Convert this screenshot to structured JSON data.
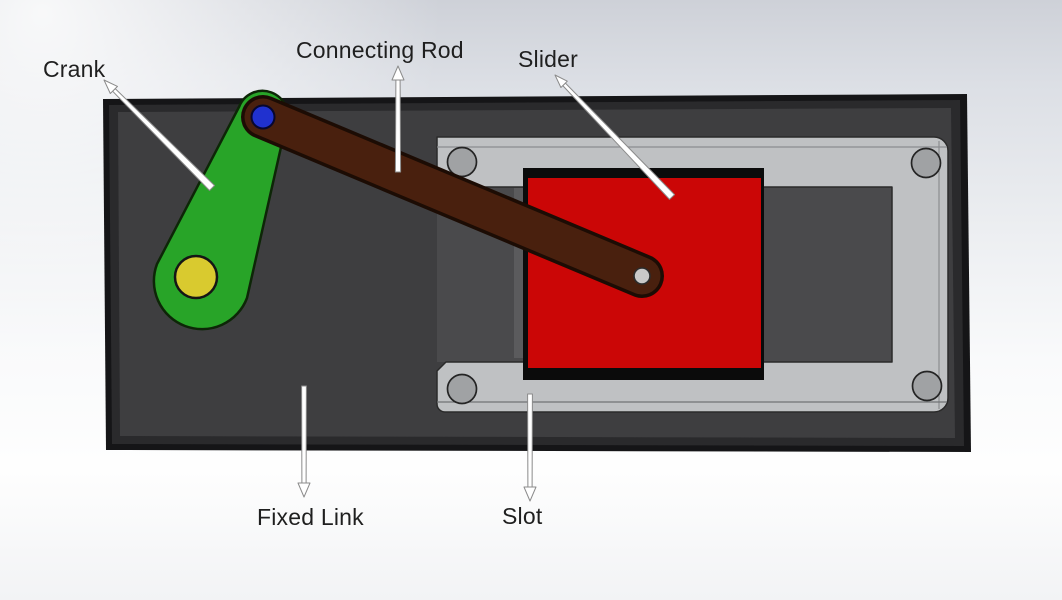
{
  "labels": {
    "crank": "Crank",
    "connecting_rod": "Connecting Rod",
    "slider": "Slider",
    "fixed_link": "Fixed Link",
    "slot": "Slot"
  },
  "colors": {
    "crank_green": "#28a428",
    "crank_hole_yellow": "#d9ca2f",
    "pin_blue": "#2031cf",
    "rod_brown": "#49200e",
    "slider_red": "#cb0606",
    "slider_pin_gray": "#c9c9c9",
    "fixed_link_gray": "#3e3e40",
    "plate_edge_black": "#151517",
    "slot_frame_gray": "#bfc1c3",
    "slot_opening_gray": "#4a4a4c",
    "bolt_gray": "#a0a2a4",
    "arrow_fill": "#ffffff",
    "label_text": "#1f1f1f"
  }
}
